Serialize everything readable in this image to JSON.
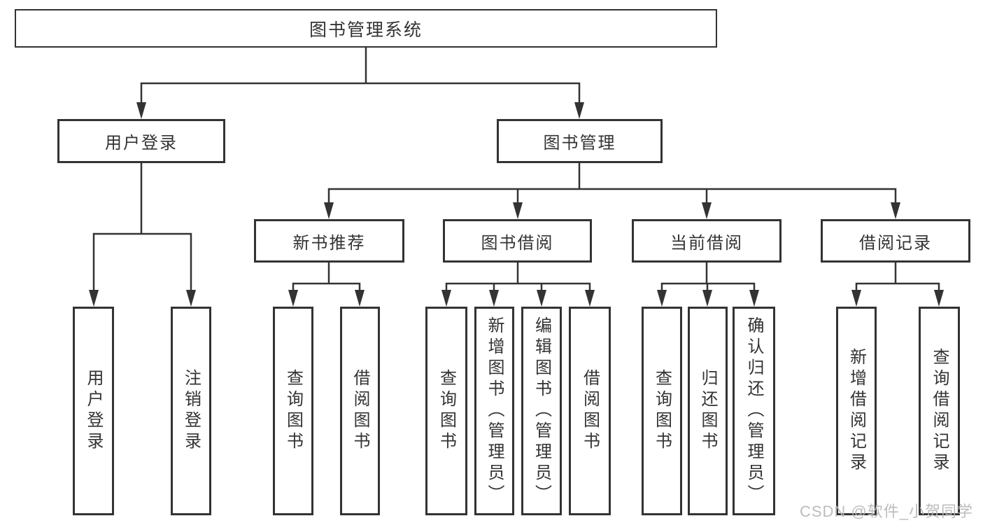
{
  "diagram_title": "图书管理系统",
  "tree": {
    "label": "图书管理系统",
    "children": [
      {
        "label": "用户登录",
        "children": [
          {
            "label": "用户登录"
          },
          {
            "label": "注销登录"
          }
        ]
      },
      {
        "label": "图书管理",
        "children": [
          {
            "label": "新书推荐",
            "children": [
              {
                "label": "查询图书"
              },
              {
                "label": "借阅图书"
              }
            ]
          },
          {
            "label": "图书借阅",
            "children": [
              {
                "label": "查询图书"
              },
              {
                "label": "新增图书（管理员）"
              },
              {
                "label": "编辑图书（管理员）"
              },
              {
                "label": "借阅图书"
              }
            ]
          },
          {
            "label": "当前借阅",
            "children": [
              {
                "label": "查询图书"
              },
              {
                "label": "归还图书"
              },
              {
                "label": "确认归还（管理员）"
              }
            ]
          },
          {
            "label": "借阅记录",
            "children": [
              {
                "label": "新增借阅记录"
              },
              {
                "label": "查询借阅记录"
              }
            ]
          }
        ]
      }
    ]
  },
  "watermark": "CSDN @软件_小贺同学",
  "colors": {
    "line": "#333333",
    "text": "#333333",
    "background": "#ffffff",
    "watermark": "#b7b7b7"
  }
}
